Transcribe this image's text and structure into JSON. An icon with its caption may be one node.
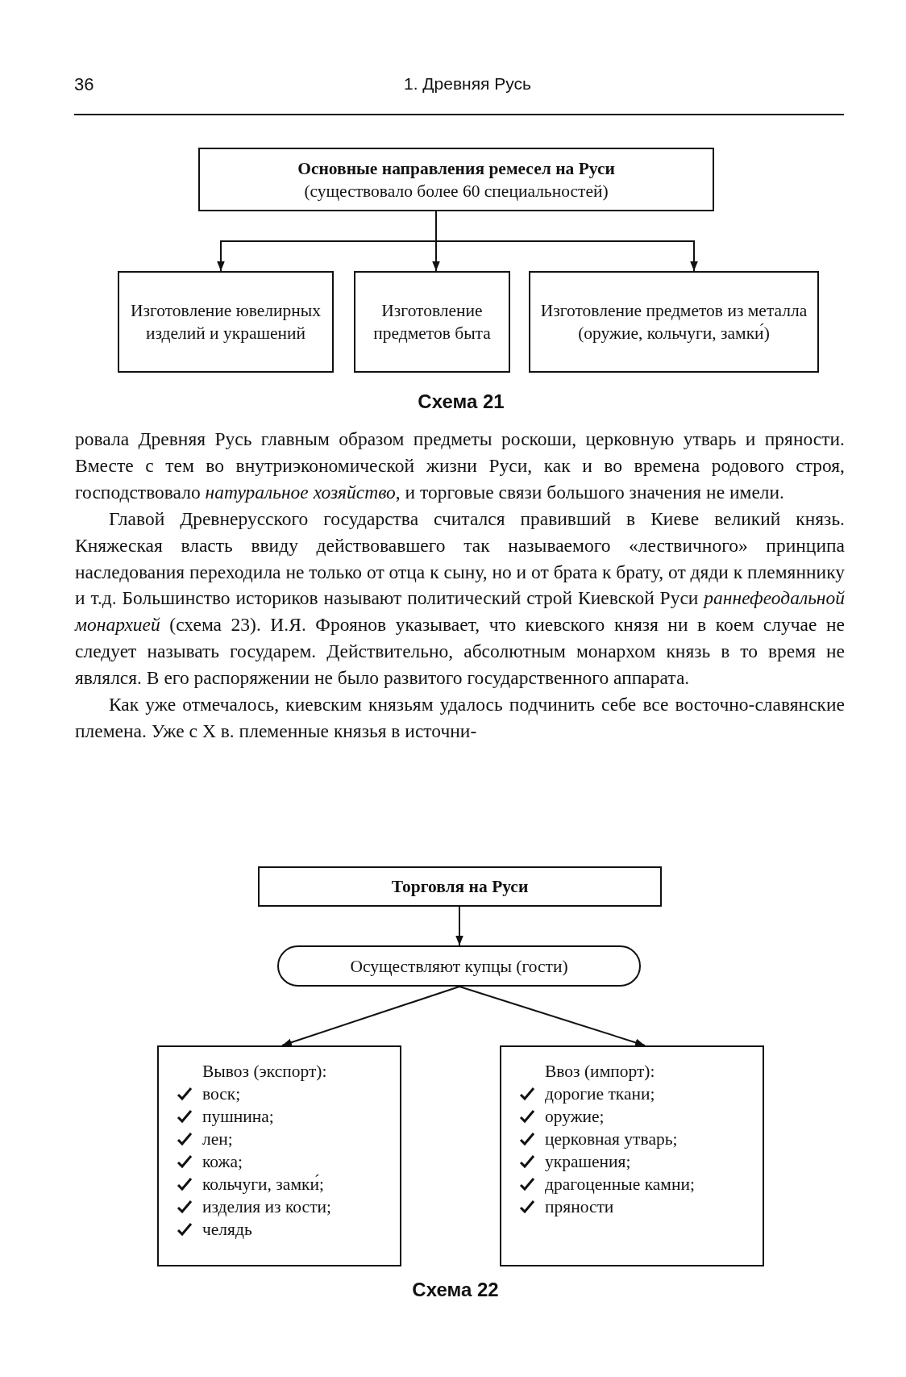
{
  "diagram": {
    "nodes": [
      {
        "text": [
          "Основные направления ремесел на Руси",
          "(существовало более 60 специальностей)"
        ]
      },
      {
        "text": [
          "Изготовление ювелирных изделий и украшений"
        ]
      },
      {
        "text": [
          "Изготовление предметов быта"
        ]
      },
      {
        "text": [
          "Изготовление предметов из металла (оружие, кольчуги, замки́)"
        ]
      },
      {
        "text": [
          "Торговля на Руси"
        ]
      },
      {
        "text": [
          "Осуществляют купцы (гости)"
        ]
      },
      {
        "text": [
          "Вывоз (экспорт):",
          "воск;",
          "пушнина;",
          "лен;",
          "кожа;",
          "кольчуги, замки́;",
          "изделия из кости;",
          "челядь"
        ]
      },
      {
        "text": [
          "Ввоз (импорт):",
          "дорогие ткани;",
          "оружие;",
          "церковная утварь;",
          "украшения;",
          "драгоценные камни;",
          "пряности"
        ]
      }
    ],
    "edges": [
      {
        "from": 0,
        "to": 1,
        "arrow": "to"
      },
      {
        "from": 0,
        "to": 2,
        "arrow": "to"
      },
      {
        "from": 0,
        "to": 3,
        "arrow": "to"
      },
      {
        "from": 4,
        "to": 5,
        "arrow": "to"
      },
      {
        "from": 5,
        "to": 6,
        "arrow": "to"
      },
      {
        "from": 5,
        "to": 7,
        "arrow": "to"
      }
    ],
    "labels": [
      "36",
      "1. Древняя Русь",
      "Схема 21",
      "ровала Древняя Русь главным образом предметы роскоши, церковную утварь и пряности. Вместе с тем во внутриэкономической жизни Руси, как и во времена родового строя, господствовало *натуральное хозяйство*, и торговые связи большого значения не имели.",
      "Главой Древнерусского государства считался правивший в Киеве великий князь. Княжеская власть ввиду действовавшего так называемого «лествичного» принципа наследования переходила не только от отца к сыну, но и от брата к брату, от дяди к племяннику и т.д. Большинство историков называют политический строй Киевской Руси *раннефеодальной монархией* (схема 23). И.Я. Фроянов указывает, что киевского князя ни в коем случае не следует называть государем. Действительно, абсолютным монархом князь в то время не являлся. В его распоряжении не было развитого государственного аппарата.",
      "Как уже отмечалось, киевским князьям удалось подчинить себе все восточно-славянские племена. Уже с X в. племенные князья в источни-",
      "Схема 22"
    ]
  }
}
